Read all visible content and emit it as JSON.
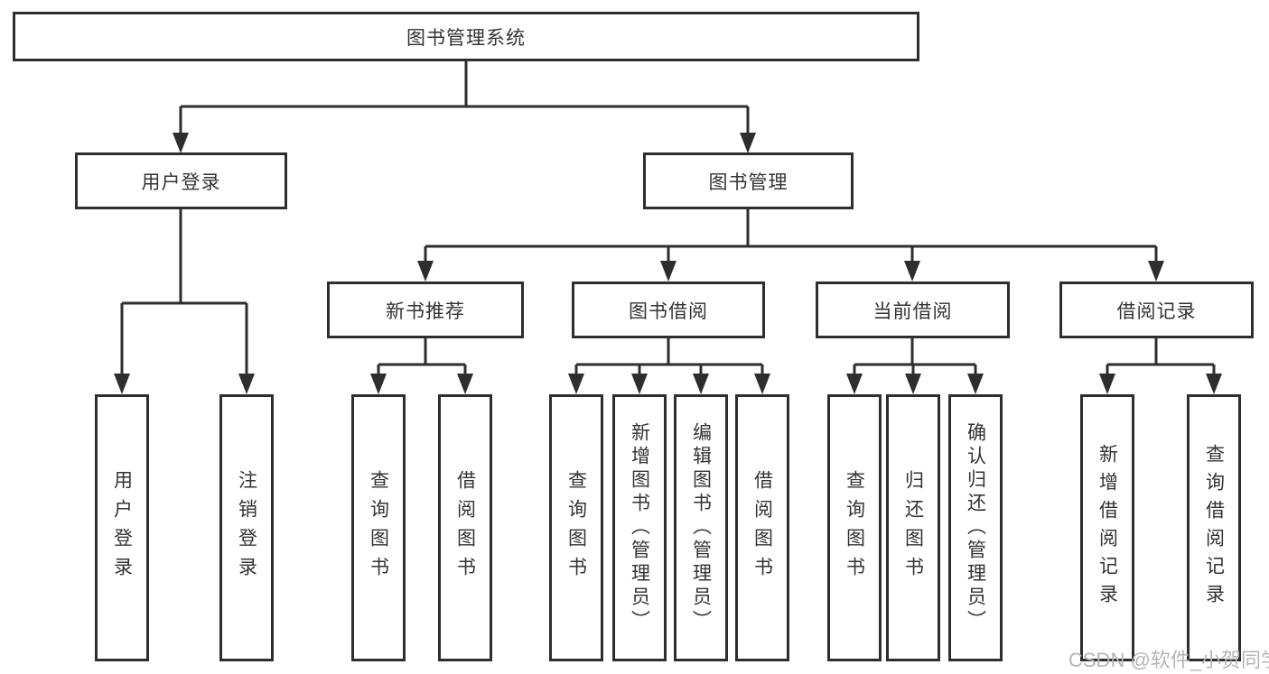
{
  "diagram": {
    "title": "图书管理系统",
    "root": {
      "label": "图书管理系统"
    },
    "level2": [
      {
        "label": "用户登录"
      },
      {
        "label": "图书管理"
      }
    ],
    "level3": [
      {
        "label": "新书推荐"
      },
      {
        "label": "图书借阅"
      },
      {
        "label": "当前借阅"
      },
      {
        "label": "借阅记录"
      }
    ],
    "leaves": {
      "user_login": [
        "用户登录",
        "注销登录"
      ],
      "new_book": [
        "查询图书",
        "借阅图书"
      ],
      "book_borrow": [
        "查询图书",
        "新增图书（管理员）",
        "编辑图书（管理员）",
        "借阅图书"
      ],
      "current_borrow": [
        "查询图书",
        "归还图书",
        "确认归还（管理员）"
      ],
      "borrow_record": [
        "新增借阅记录",
        "查询借阅记录"
      ]
    }
  },
  "watermark": {
    "text": "CSDN @软件_小贺同学",
    "color": "#b5b5b5"
  },
  "colors": {
    "line": "#2e2e2e",
    "text": "#333333",
    "background": "#ffffff"
  }
}
